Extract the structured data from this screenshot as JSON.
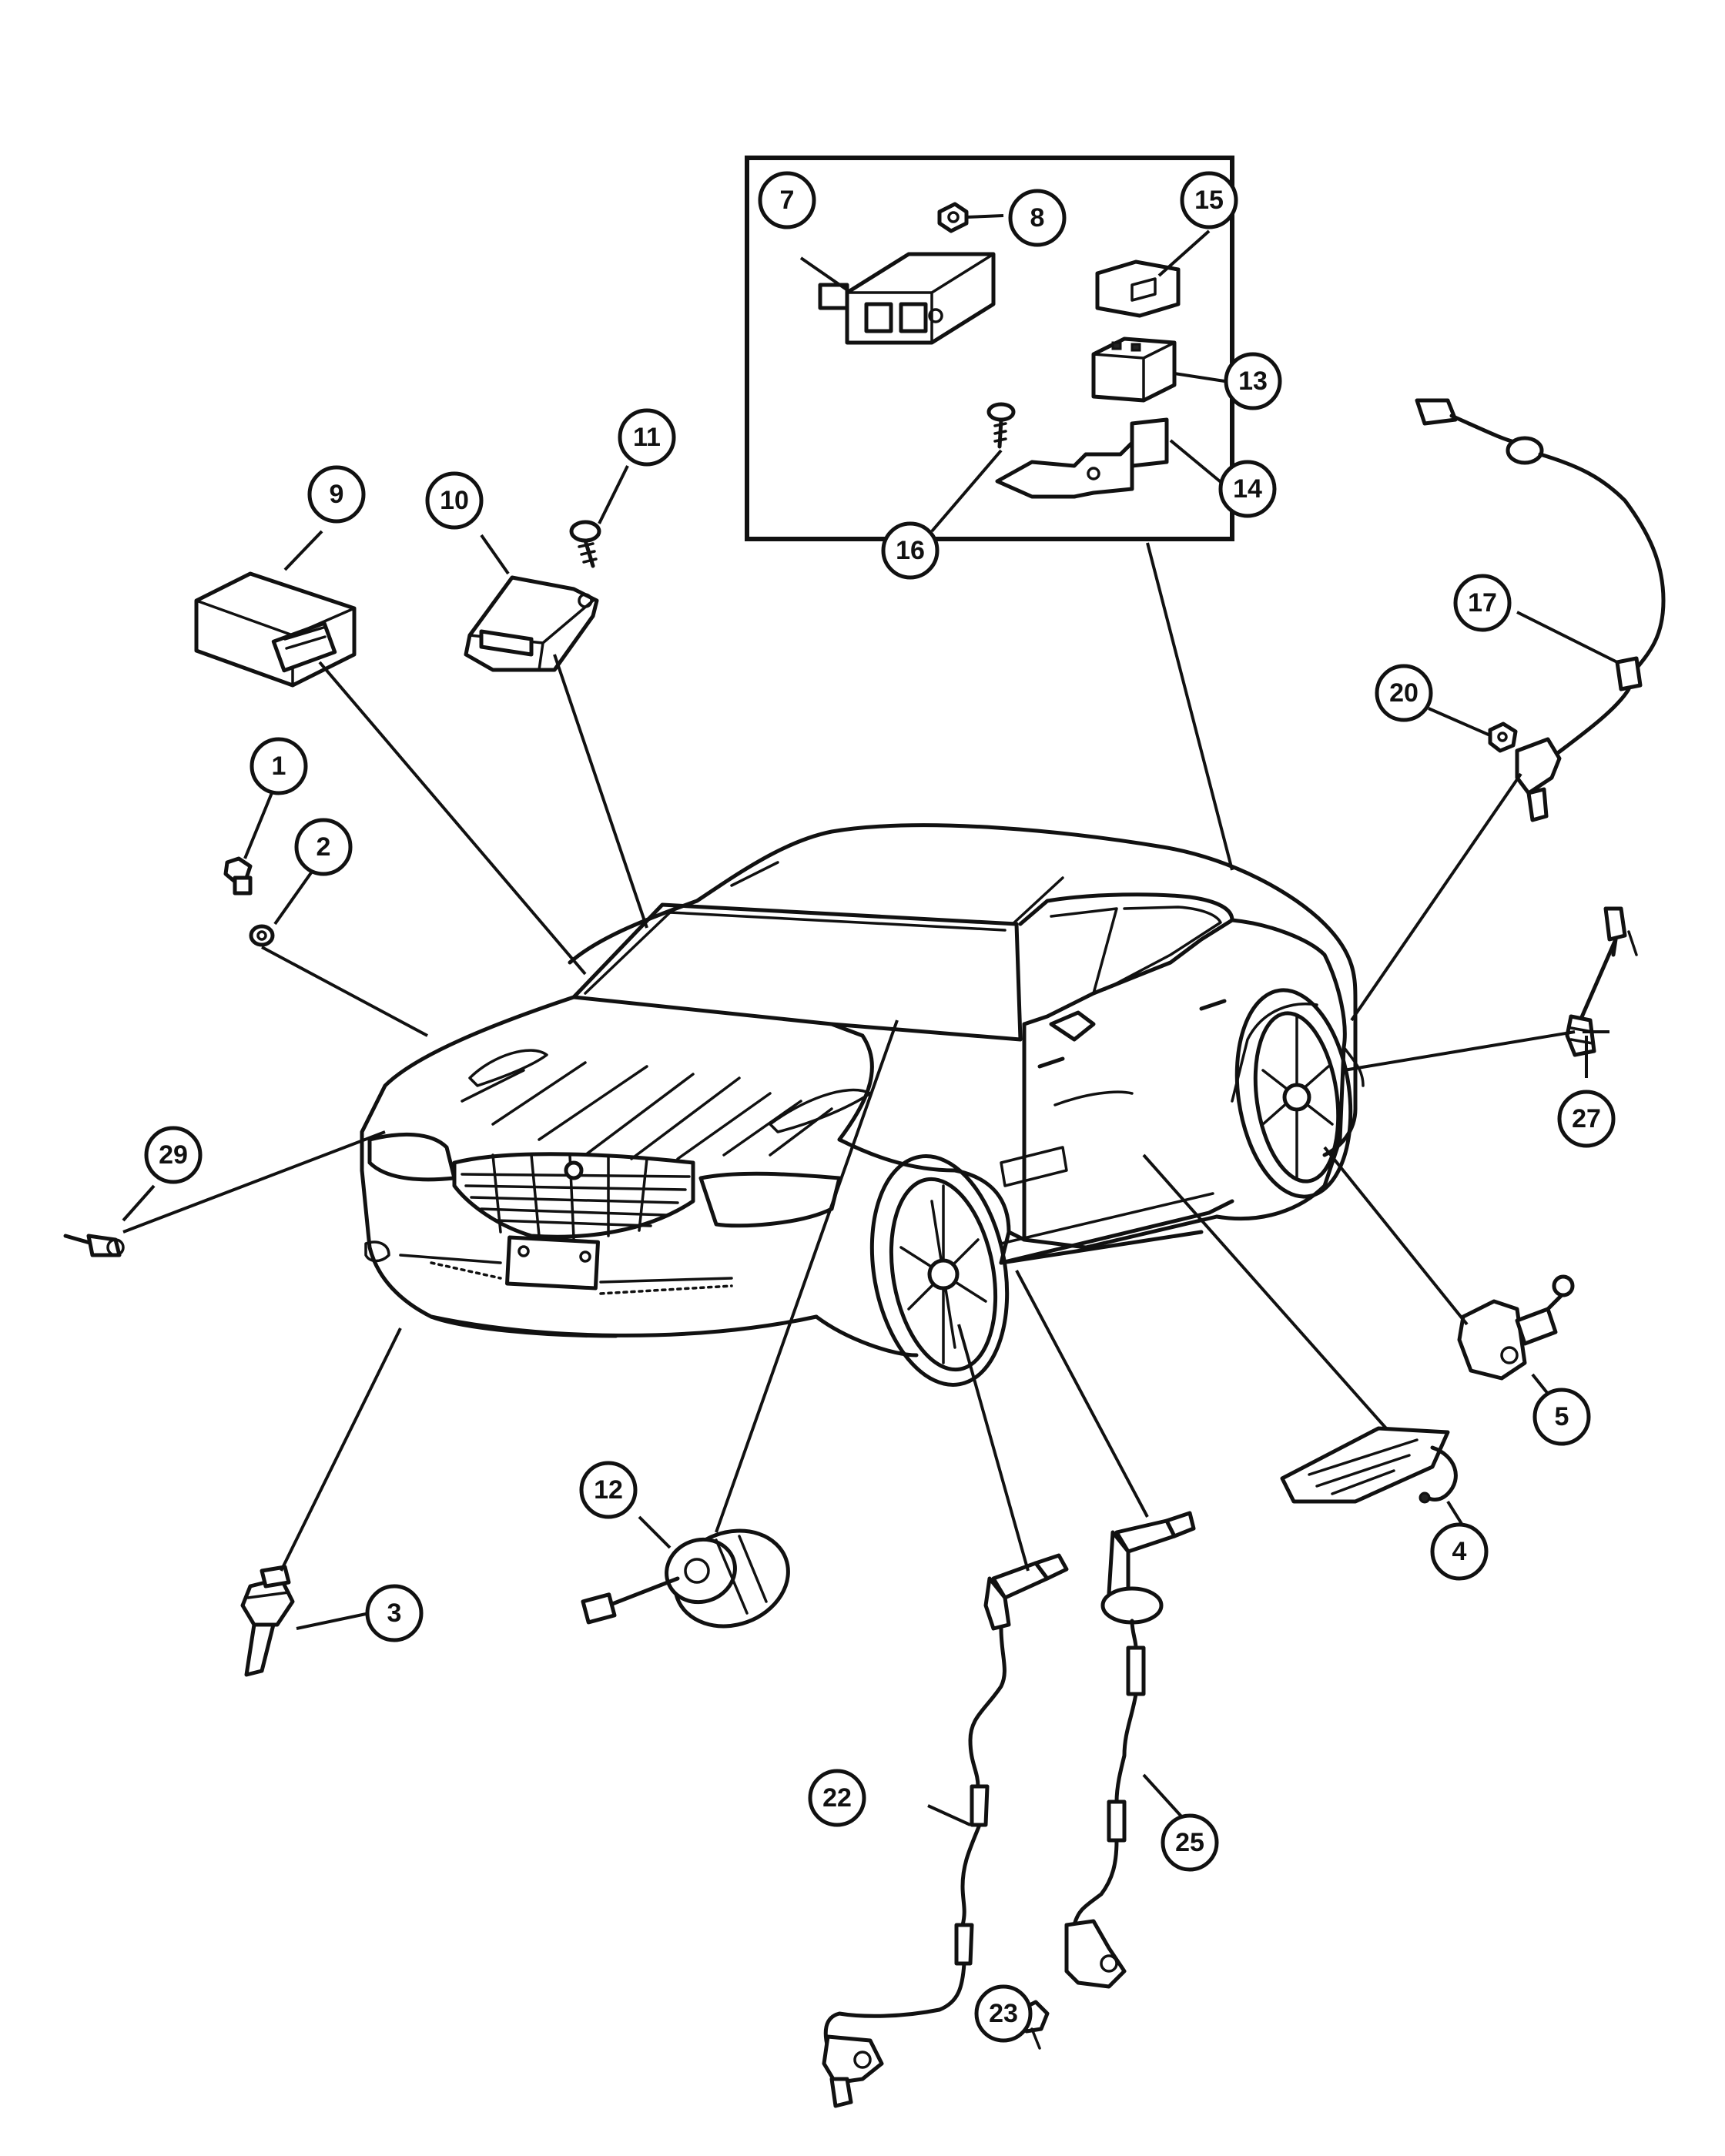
{
  "callouts": [
    {
      "id": "c1",
      "label": "1"
    },
    {
      "id": "c2",
      "label": "2"
    },
    {
      "id": "c3",
      "label": "3"
    },
    {
      "id": "c4",
      "label": "4"
    },
    {
      "id": "c5",
      "label": "5"
    },
    {
      "id": "c7",
      "label": "7"
    },
    {
      "id": "c8",
      "label": "8"
    },
    {
      "id": "c9",
      "label": "9"
    },
    {
      "id": "c10",
      "label": "10"
    },
    {
      "id": "c11",
      "label": "11"
    },
    {
      "id": "c12",
      "label": "12"
    },
    {
      "id": "c13",
      "label": "13"
    },
    {
      "id": "c14",
      "label": "14"
    },
    {
      "id": "c15",
      "label": "15"
    },
    {
      "id": "c16",
      "label": "16"
    },
    {
      "id": "c17",
      "label": "17"
    },
    {
      "id": "c20",
      "label": "20"
    },
    {
      "id": "c22",
      "label": "22"
    },
    {
      "id": "c23",
      "label": "23"
    },
    {
      "id": "c25",
      "label": "25"
    },
    {
      "id": "c27",
      "label": "27"
    },
    {
      "id": "c29",
      "label": "29"
    }
  ]
}
